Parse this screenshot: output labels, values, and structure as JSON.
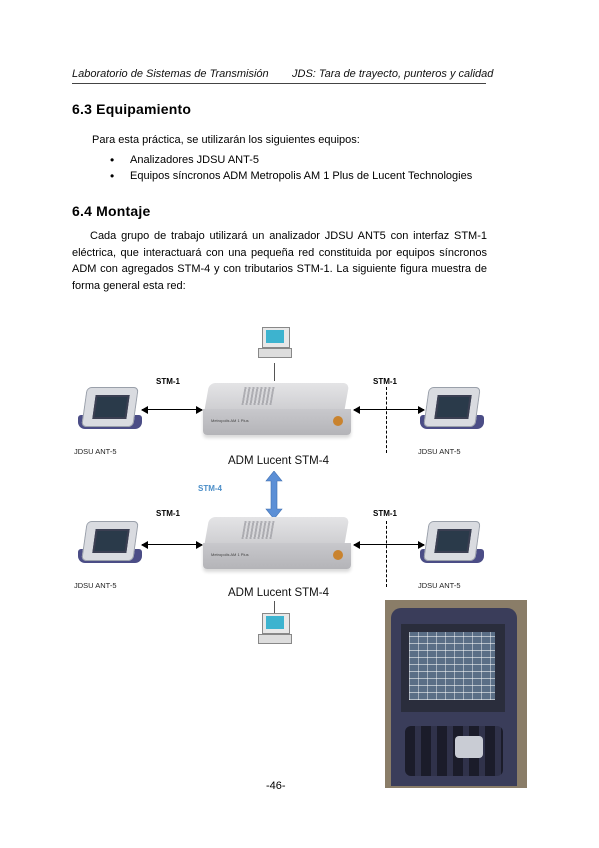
{
  "header": {
    "left": "Laboratorio de Sistemas de Transmisión",
    "right": "JDS: Tara de trayecto, punteros y calidad"
  },
  "section_equipamiento": {
    "title": "6.3 Equipamiento",
    "intro": "Para esta práctica, se utilizarán los siguientes equipos:",
    "items": [
      "Analizadores JDSU ANT-5",
      "Equipos síncronos ADM Metropolis AM 1 Plus de Lucent Technologies"
    ]
  },
  "section_montaje": {
    "title": "6.4 Montaje",
    "paragraph": "Cada grupo de trabajo utilizará un analizador JDSU ANT5 con interfaz STM-1 eléctrica, que interactuará con una pequeña red constituida por equipos síncronos ADM con agregados STM-4 y con tributarios STM-1. La siguiente figura muestra de forma general esta red:"
  },
  "diagram": {
    "stm1": "STM-1",
    "stm4": "STM-4",
    "analyzer_label": "JDSU ANT-5",
    "adm_caption": "ADM Lucent STM-4",
    "accent_color": "#5b8fd6",
    "stm4_color": "#4b8ec8"
  },
  "footer": {
    "page_number": "-46-"
  }
}
